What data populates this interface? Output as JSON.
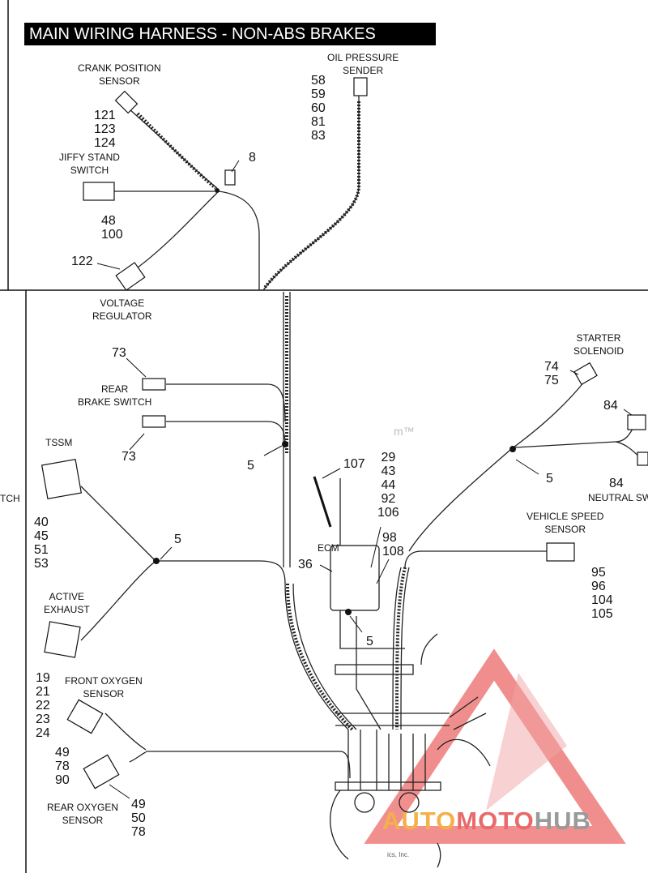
{
  "title": "MAIN WIRING HARNESS - NON-ABS BRAKES",
  "components": {
    "crank_position_sensor": {
      "label": [
        "CRANK POSITION",
        "SENSOR"
      ],
      "refs": [
        "121",
        "123",
        "124"
      ]
    },
    "oil_pressure_sender": {
      "label": [
        "OIL PRESSURE",
        "SENDER"
      ],
      "refs": [
        "58",
        "59",
        "60",
        "81",
        "83"
      ]
    },
    "jiffy_stand_switch": {
      "label": [
        "JIFFY STAND",
        "SWITCH"
      ],
      "refs": [
        "48",
        "100"
      ]
    },
    "ground_top": {
      "refs": [
        "8"
      ]
    },
    "voltage_regulator": {
      "label": [
        "VOLTAGE",
        "REGULATOR"
      ],
      "refs": [
        "122"
      ]
    },
    "rear_brake_switch": {
      "label": [
        "REAR",
        "BRAKE SWITCH"
      ],
      "refs_top": [
        "73"
      ],
      "refs_bottom": [
        "73"
      ]
    },
    "starter_solenoid": {
      "label": [
        "STARTER",
        "SOLENOID"
      ],
      "refs": [
        "74",
        "75"
      ]
    },
    "neutral_switch": {
      "label": [
        "NEUTRAL SWI"
      ],
      "refs_top": [
        "84"
      ],
      "refs_bottom": [
        "84"
      ]
    },
    "tssm": {
      "label": [
        "TSSM"
      ],
      "refs": [
        "40",
        "45",
        "51",
        "53"
      ]
    },
    "left_edge_fragment": {
      "label": [
        "TCH"
      ]
    },
    "ecm": {
      "label": [
        "ECM"
      ],
      "ref": "36",
      "refs_right": [
        "29",
        "43",
        "44",
        "92",
        "106"
      ],
      "refs_side": [
        "98",
        "108"
      ]
    },
    "ecm_probe": {
      "refs": [
        "107"
      ]
    },
    "vehicle_speed_sensor": {
      "label": [
        "VEHICLE SPEED",
        "SENSOR"
      ],
      "refs": [
        "95",
        "96",
        "104",
        "105"
      ]
    },
    "active_exhaust": {
      "label": [
        "ACTIVE",
        "EXHAUST"
      ],
      "refs": [
        "19",
        "21",
        "22",
        "23",
        "24"
      ]
    },
    "front_oxygen_sensor": {
      "label": [
        "FRONT OXYGEN",
        "SENSOR"
      ],
      "refs": [
        "49",
        "78",
        "90"
      ]
    },
    "rear_oxygen_sensor": {
      "label": [
        "REAR OXYGEN",
        "SENSOR"
      ],
      "refs": [
        "49",
        "50",
        "78"
      ]
    },
    "clips": {
      "ref": "5"
    }
  },
  "watermark": {
    "tm": "m™",
    "copyright": "ics, Inc."
  },
  "logo": {
    "part1": "AUTO",
    "part2": "MOTO",
    "part3": "HUB"
  },
  "colors": {
    "ink": "#111111",
    "title_bg": "#000000",
    "title_fg": "#ffffff",
    "logo_red": "#e86a6a",
    "logo_orange": "#f5b04a",
    "logo_gray": "#9a9a9a"
  }
}
